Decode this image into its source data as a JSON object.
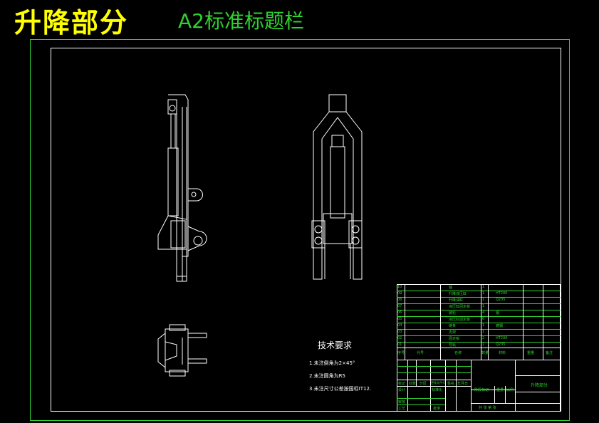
{
  "watermark": "A2标准标题栏",
  "title": "升降部分",
  "tech_requirements": {
    "heading": "技术要求",
    "items": [
      "1.未注倒角为2×45°",
      "2.未注圆角为R5",
      "3.未注尺寸公差按国标IT12."
    ]
  },
  "parts_list": {
    "rows": [
      {
        "no": "10",
        "name": "轴",
        "qty": "1",
        "material": ""
      },
      {
        "no": "09",
        "name": "升降液压缸",
        "qty": "1",
        "material": "HT200"
      },
      {
        "no": "08",
        "name": "升降油缸",
        "qty": "1",
        "material": "Q235"
      },
      {
        "no": "07",
        "name": "液压缸固定板",
        "qty": "1",
        "material": ""
      },
      {
        "no": "06",
        "name": "链轮",
        "qty": "4",
        "material": "钢"
      },
      {
        "no": "05",
        "name": "液压缸固定板",
        "qty": "6",
        "material": ""
      },
      {
        "no": "04",
        "name": "链条",
        "qty": "1",
        "material": "铸钢"
      },
      {
        "no": "03",
        "name": "支架",
        "qty": "1",
        "material": ""
      },
      {
        "no": "02",
        "name": "固定板",
        "qty": "2",
        "material": "HT200"
      },
      {
        "no": "01",
        "name": "导轨",
        "qty": "1",
        "material": "Q235"
      }
    ],
    "header": {
      "no": "序号",
      "code": "代号",
      "name": "名称",
      "qty": "数量",
      "material": "材料",
      "weight": "重量",
      "note": "备注"
    }
  },
  "title_block": {
    "change_header": [
      "标记",
      "处数",
      "分区",
      "更改文件号",
      "签名",
      "年月日"
    ],
    "design": "设计",
    "standard": "标准化",
    "review": "审核",
    "process": "工艺",
    "approve": "批准",
    "stage": "阶段标记",
    "weight": "重量",
    "scale": "比例",
    "sheets": "共 张 第 张",
    "drawing_name": "升降部分"
  },
  "colors": {
    "frame": "#2fd12f",
    "lines": "#ffffff",
    "title": "#ffff00"
  }
}
